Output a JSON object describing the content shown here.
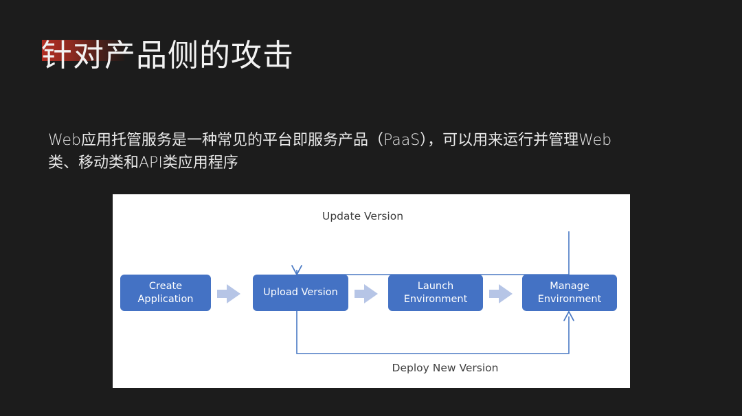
{
  "slide": {
    "background_color": "#1c1c1c",
    "accent_color": "#b22d22",
    "title": "针对产品侧的攻击",
    "body": {
      "line1": "Web应用托管服务是一种常见的平台即服务产品（PaaS），可以用来运行并管理Web",
      "line2": "类、移动类和API类应用程序"
    }
  },
  "diagram": {
    "panel_color": "#ffffff",
    "node_color": "#4472c4",
    "node_text_color": "#ffffff",
    "connector_color": "#4a79c4",
    "chevron_color": "#b6c5e6",
    "label_color": "#3d3d3d",
    "nodes": [
      {
        "id": "create-application",
        "line1": "Create",
        "line2": "Application"
      },
      {
        "id": "upload-version",
        "line1": "Upload Version",
        "line2": ""
      },
      {
        "id": "launch-environment",
        "line1": "Launch",
        "line2": "Environment"
      },
      {
        "id": "manage-environment",
        "line1": "Manage",
        "line2": "Environment"
      }
    ],
    "edges": {
      "top_label": "Update Version",
      "bottom_label": "Deploy New Version"
    }
  }
}
